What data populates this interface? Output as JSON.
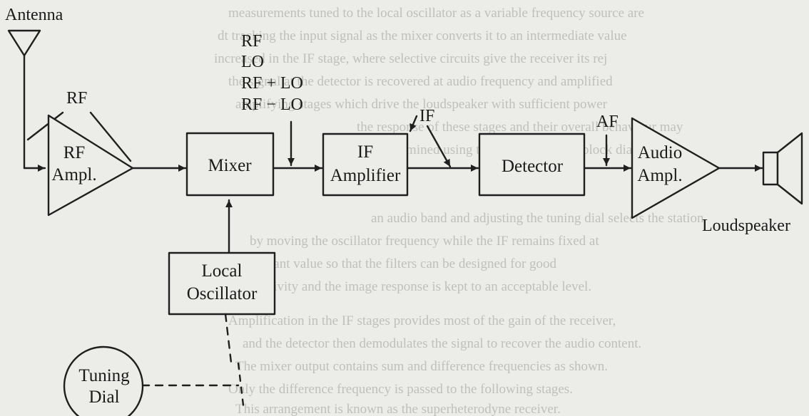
{
  "diagram": {
    "labels": {
      "antenna": "Antenna",
      "rf_top": "RF",
      "mixer_inputs": [
        "RF",
        "LO",
        "RF + LO",
        "RF − LO"
      ],
      "if_label": "IF",
      "af_label": "AF",
      "loudspeaker": "Loudspeaker"
    },
    "blocks": {
      "rf_ampl": [
        "RF",
        "Ampl."
      ],
      "mixer": "Mixer",
      "if_amplifier": [
        "IF",
        "Amplifier"
      ],
      "detector": "Detector",
      "audio_ampl": [
        "Audio",
        "Ampl."
      ],
      "local_oscillator": [
        "Local",
        "Oscillator"
      ],
      "tuning_dial": [
        "Tuning",
        "Dial"
      ]
    }
  }
}
